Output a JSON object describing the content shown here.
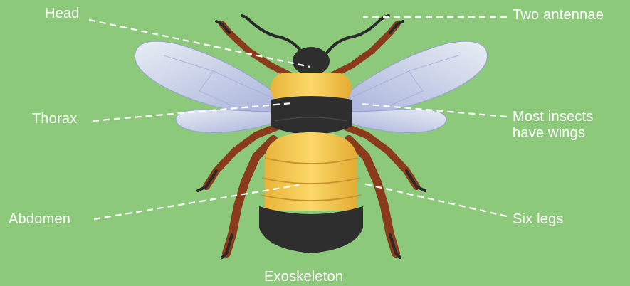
{
  "labels": {
    "head": "Head",
    "antennae": "Two antennae",
    "thorax": "Thorax",
    "wings_line1": "Most insects",
    "wings_line2": "have wings",
    "abdomen": "Abdomen",
    "legs": "Six legs",
    "exoskeleton": "Exoskeleton"
  },
  "colors": {
    "background": "#8cc97a",
    "label": "#ffffff",
    "body_yellow": "#f2c84a",
    "body_black": "#2e2e2e",
    "leg_brown": "#8a3b1c",
    "wing": "#d7ddf4"
  }
}
